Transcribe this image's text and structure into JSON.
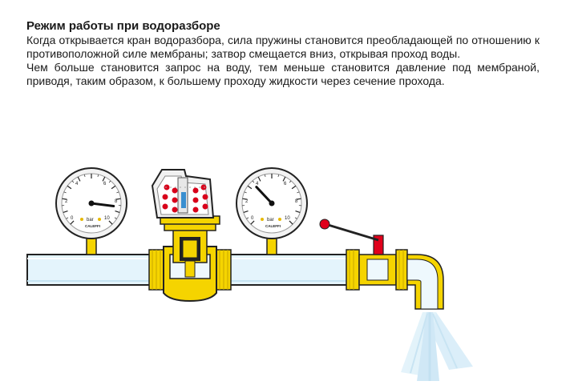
{
  "heading": "Режим работы при водоразборе",
  "paragraph1": "Когда открывается кран водоразбора, сила пружины становится преобладающей по отношению к противоположной силе мембраны; затвор смещается вниз, открывая проход воды.",
  "paragraph2": "Чем больше становится запрос на воду, тем меньше становится давление под мембраной, приводя, таким образом, к большему проходу жидкости через сечение прохода.",
  "gauge_left": {
    "unit": "bar",
    "brand": "CALEFFI",
    "ticks": [
      "0",
      "2",
      "4",
      "6",
      "8",
      "10"
    ],
    "needle_value": 8.6
  },
  "gauge_right": {
    "unit": "bar",
    "brand": "CALEFFI",
    "ticks": [
      "0",
      "2",
      "4",
      "6",
      "8",
      "10"
    ],
    "needle_value": 3.4
  },
  "colors": {
    "brass": "#f5d400",
    "pipe": "#e4f4fc",
    "pipe_outline": "#222222",
    "valve_red": "#e0001b",
    "spring_red": "#d8001a",
    "water": "#cfe9f7"
  },
  "icons": {
    "tap": "ball-valve-red-handle",
    "regulator": "pressure-reducing-valve"
  }
}
